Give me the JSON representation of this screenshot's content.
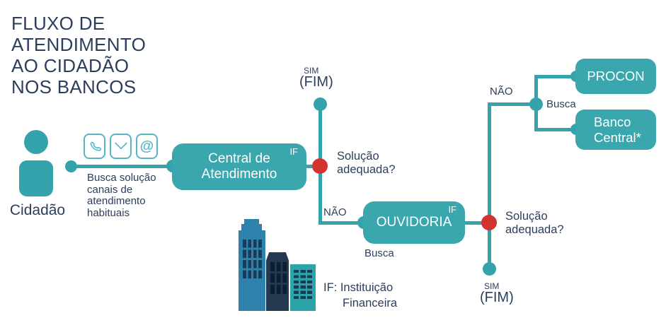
{
  "title": {
    "line1": "FLUXO DE",
    "line2": "ATENDIMENTO",
    "line3": "AO CIDADÃO",
    "line4": "NOS BANCOS"
  },
  "colors": {
    "teal": "#35a3ab",
    "teal_box": "#3aa6ad",
    "icon_teal": "#57b6c6",
    "navy": "#2c3e5d",
    "red": "#d23430",
    "building_blue": "#2d81aa",
    "building_navy": "#243950",
    "window_dark": "#0c1e33",
    "window_navy": "#1b3a58",
    "building_teal": "#2ca4a9"
  },
  "citizen": {
    "label": "Cidadão",
    "note_line1": "Busca solução",
    "note_line2": "canais de",
    "note_line3": "atendimento",
    "note_line4": "habituais"
  },
  "channels": {
    "phone_icon": "phone",
    "mail_icon": "envelope",
    "at_symbol": "@"
  },
  "nodes": {
    "central_atendimento": {
      "line1": "Central de",
      "line2": "Atendimento",
      "corner_label": "IF"
    },
    "ouvidoria": {
      "label": "OUVIDORIA",
      "corner_label": "IF",
      "action_label": "Busca"
    },
    "procon": {
      "label": "PROCON"
    },
    "banco_central": {
      "line1": "Banco",
      "line2": "Central*"
    }
  },
  "decision1": {
    "question_line1": "Solução",
    "question_line2": "adequada?",
    "yes_label": "SIM",
    "end_label": "(FIM)",
    "no_label": "NÃO"
  },
  "decision2": {
    "question_line1": "Solução",
    "question_line2": "adequada?",
    "yes_label": "SIM",
    "end_label": "(FIM)",
    "no_label": "NÃO",
    "action_label": "Busca"
  },
  "legend": {
    "line1": "IF: Instituição",
    "line2": "Financeira"
  }
}
